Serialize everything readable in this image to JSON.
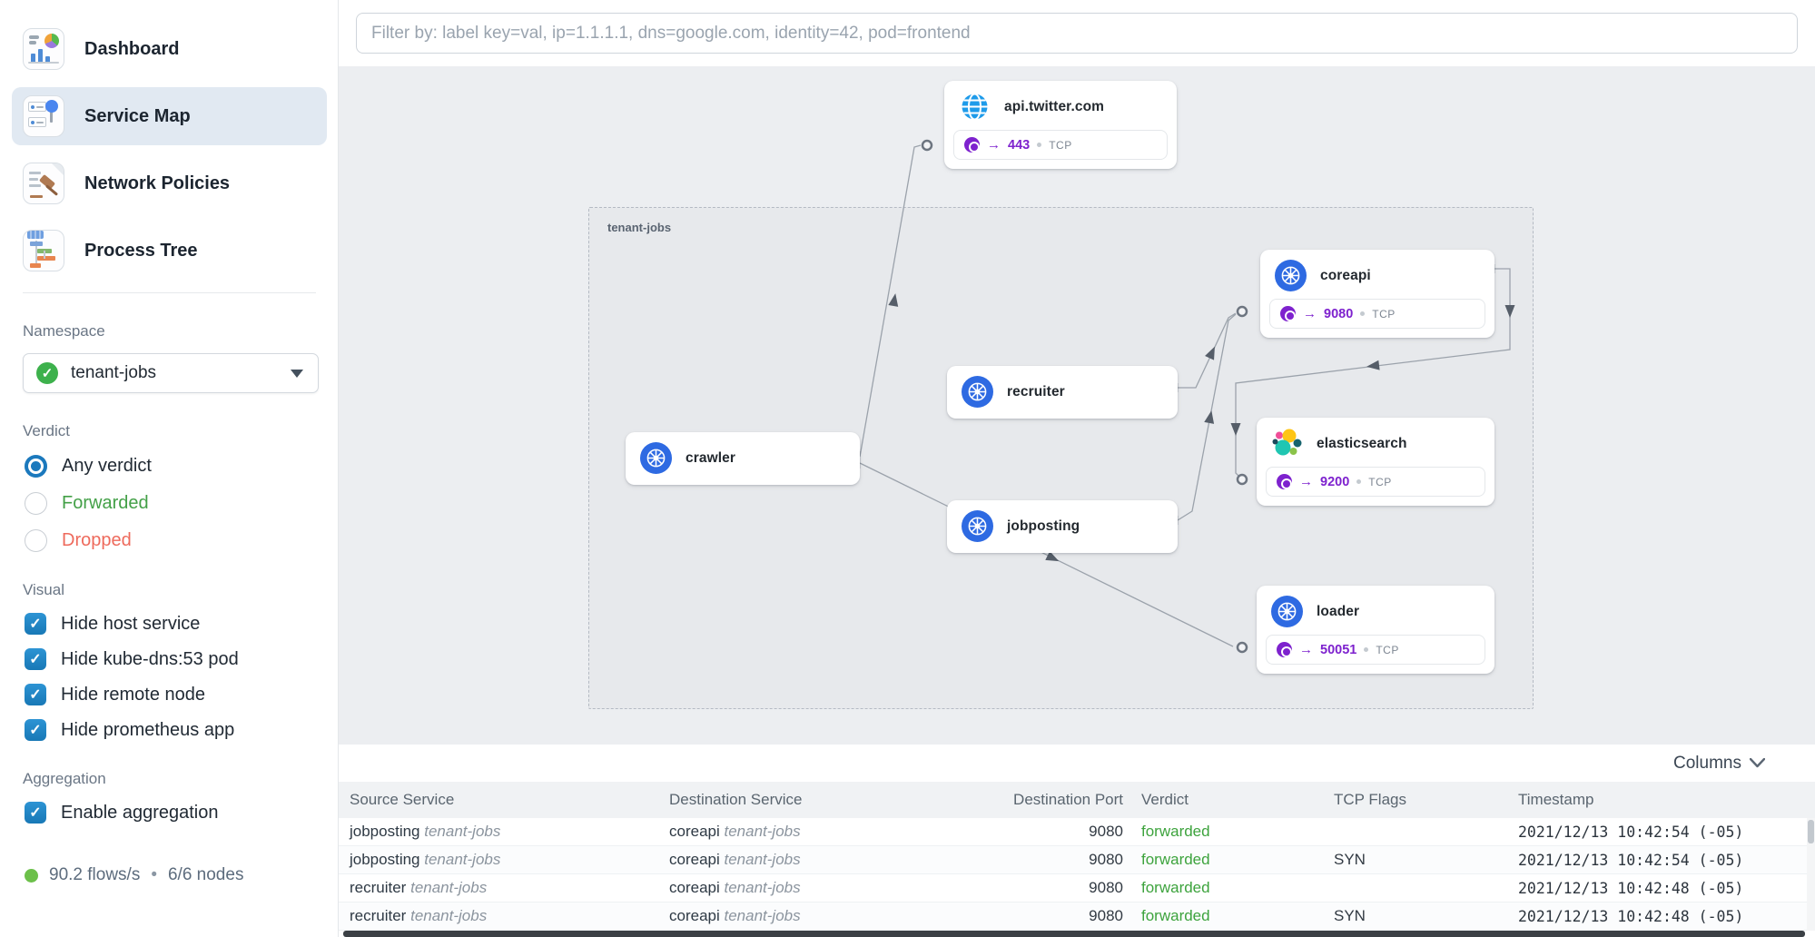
{
  "sidebar": {
    "items": [
      {
        "label": "Dashboard",
        "active": false
      },
      {
        "label": "Service Map",
        "active": true
      },
      {
        "label": "Network Policies",
        "active": false
      },
      {
        "label": "Process Tree",
        "active": false
      }
    ],
    "namespace_label": "Namespace",
    "namespace_value": "tenant-jobs",
    "verdict_label": "Verdict",
    "verdicts": [
      {
        "label": "Any verdict",
        "selected": true,
        "color": "#212a34"
      },
      {
        "label": "Forwarded",
        "selected": false,
        "color": "#43a047"
      },
      {
        "label": "Dropped",
        "selected": false,
        "color": "#ee6a5c"
      }
    ],
    "visual_label": "Visual",
    "visual_options": [
      "Hide host service",
      "Hide kube-dns:53 pod",
      "Hide remote node",
      "Hide prometheus app"
    ],
    "aggregation_label": "Aggregation",
    "aggregation_options": [
      "Enable aggregation"
    ],
    "status": {
      "flows": "90.2 flows/s",
      "separator": "•",
      "nodes": "6/6 nodes"
    }
  },
  "filter": {
    "placeholder": "Filter by: label key=val, ip=1.1.1.1, dns=google.com, identity=42, pod=frontend"
  },
  "map": {
    "namespace_box_label": "tenant-jobs",
    "nodes": [
      {
        "title": "api.twitter.com",
        "icon": "globe",
        "port": "443",
        "protocol": "TCP"
      },
      {
        "title": "coreapi",
        "icon": "kubernetes",
        "port": "9080",
        "protocol": "TCP"
      },
      {
        "title": "recruiter",
        "icon": "kubernetes"
      },
      {
        "title": "crawler",
        "icon": "kubernetes"
      },
      {
        "title": "elasticsearch",
        "icon": "elastic",
        "port": "9200",
        "protocol": "TCP"
      },
      {
        "title": "jobposting",
        "icon": "kubernetes"
      },
      {
        "title": "loader",
        "icon": "kubernetes",
        "port": "50051",
        "protocol": "TCP"
      }
    ]
  },
  "table": {
    "columns_button": "Columns",
    "headers": [
      "Source Service",
      "Destination Service",
      "Destination Port",
      "Verdict",
      "TCP Flags",
      "Timestamp"
    ],
    "rows": [
      {
        "source": "jobposting",
        "source_ns": "tenant-jobs",
        "dest": "coreapi",
        "dest_ns": "tenant-jobs",
        "port": "9080",
        "verdict": "forwarded",
        "tcp_flags": "",
        "timestamp": "2021/12/13 10:42:54 (-05)"
      },
      {
        "source": "jobposting",
        "source_ns": "tenant-jobs",
        "dest": "coreapi",
        "dest_ns": "tenant-jobs",
        "port": "9080",
        "verdict": "forwarded",
        "tcp_flags": "SYN",
        "timestamp": "2021/12/13 10:42:54 (-05)"
      },
      {
        "source": "recruiter",
        "source_ns": "tenant-jobs",
        "dest": "coreapi",
        "dest_ns": "tenant-jobs",
        "port": "9080",
        "verdict": "forwarded",
        "tcp_flags": "",
        "timestamp": "2021/12/13 10:42:48 (-05)"
      },
      {
        "source": "recruiter",
        "source_ns": "tenant-jobs",
        "dest": "coreapi",
        "dest_ns": "tenant-jobs",
        "port": "9080",
        "verdict": "forwarded",
        "tcp_flags": "SYN",
        "timestamp": "2021/12/13 10:42:48 (-05)"
      }
    ]
  },
  "colors": {
    "accent_purple": "#7e22ce",
    "verdict_forwarded": "#43a047",
    "verdict_dropped": "#ee6a5c",
    "checkbox_blue": "#1f86c7",
    "status_green": "#6cc04a",
    "k8s_blue": "#2e6ae2",
    "globe_blue": "#1e9bea"
  }
}
